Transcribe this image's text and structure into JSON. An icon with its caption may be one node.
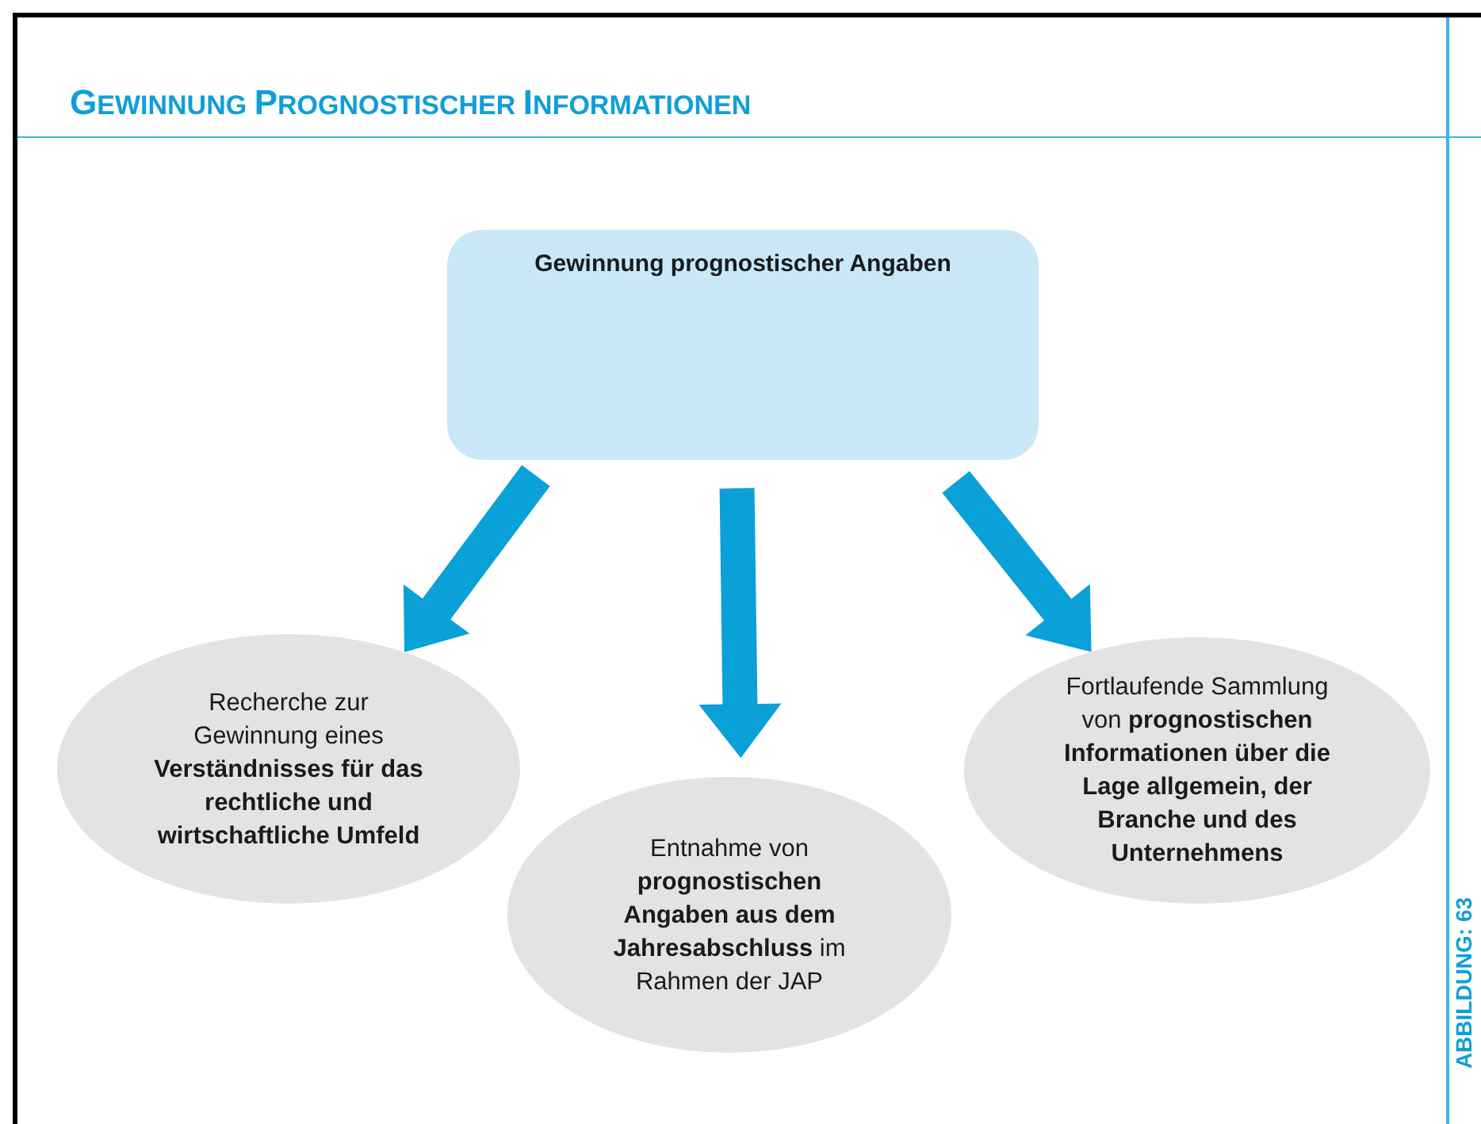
{
  "diagram": {
    "title": "GEWINNUNG PROGNOSTISCHER INFORMATIONEN",
    "nodes": [
      {
        "text": [
          "Gewinnung prognostischer Angaben"
        ]
      },
      {
        "text": [
          "Recherche zur Gewinnung eines **Verständnisses für das rechtliche und wirtschaftliche Umfeld**"
        ]
      },
      {
        "text": [
          "Entnahme von **prognostischen Angaben aus dem Jahresabschluss** im Rahmen der JAP"
        ]
      },
      {
        "text": [
          "Fortlaufende Sammlung von **prognostischen Informationen über die Lage allgemein, der Branche und des Unternehmens**"
        ]
      }
    ],
    "edges": [
      {
        "from": 0,
        "to": 1,
        "arrow": "to",
        "style": "thick"
      },
      {
        "from": 0,
        "to": 2,
        "arrow": "to",
        "style": "thick"
      },
      {
        "from": 0,
        "to": 3,
        "arrow": "to",
        "style": "thick"
      }
    ],
    "labels": [
      "ABBILDUNG: 63"
    ]
  }
}
